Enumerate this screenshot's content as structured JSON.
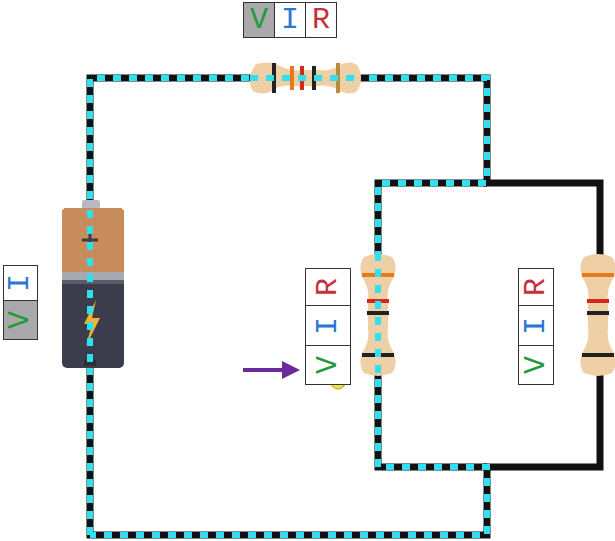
{
  "diagram": {
    "nodes": [
      {
        "text": [
          "V"
        ]
      },
      {
        "text": [
          "I"
        ]
      },
      {
        "text": [
          "R"
        ]
      },
      {
        "text": [
          "I"
        ]
      },
      {
        "text": [
          "V"
        ]
      },
      {
        "text": [
          "R"
        ]
      },
      {
        "text": [
          "I"
        ]
      },
      {
        "text": [
          "V"
        ]
      },
      {
        "text": [
          "R"
        ]
      },
      {
        "text": [
          "I"
        ]
      },
      {
        "text": [
          "V"
        ]
      }
    ]
  }
}
